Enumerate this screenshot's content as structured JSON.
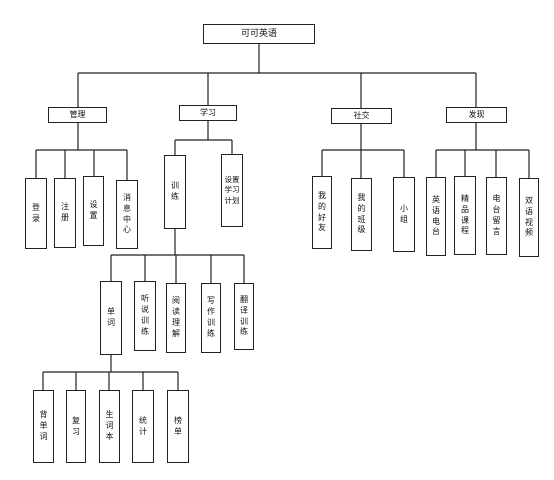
{
  "root": "可可英语",
  "level1": [
    "管理",
    "学习",
    "社交",
    "发现"
  ],
  "manage": [
    "登录",
    "注册",
    "设置",
    "消息中心"
  ],
  "study": [
    "训练",
    "设置学习计划"
  ],
  "social": [
    "我的好友",
    "我的班级",
    "小组"
  ],
  "discover": [
    "英语电台",
    "精品课程",
    "电台留言",
    "双语视频"
  ],
  "training": [
    "单词",
    "听说训练",
    "阅读理解",
    "写作训练",
    "翻译训练"
  ],
  "words": [
    "背单词",
    "复习",
    "生词本",
    "统计",
    "榜单"
  ]
}
